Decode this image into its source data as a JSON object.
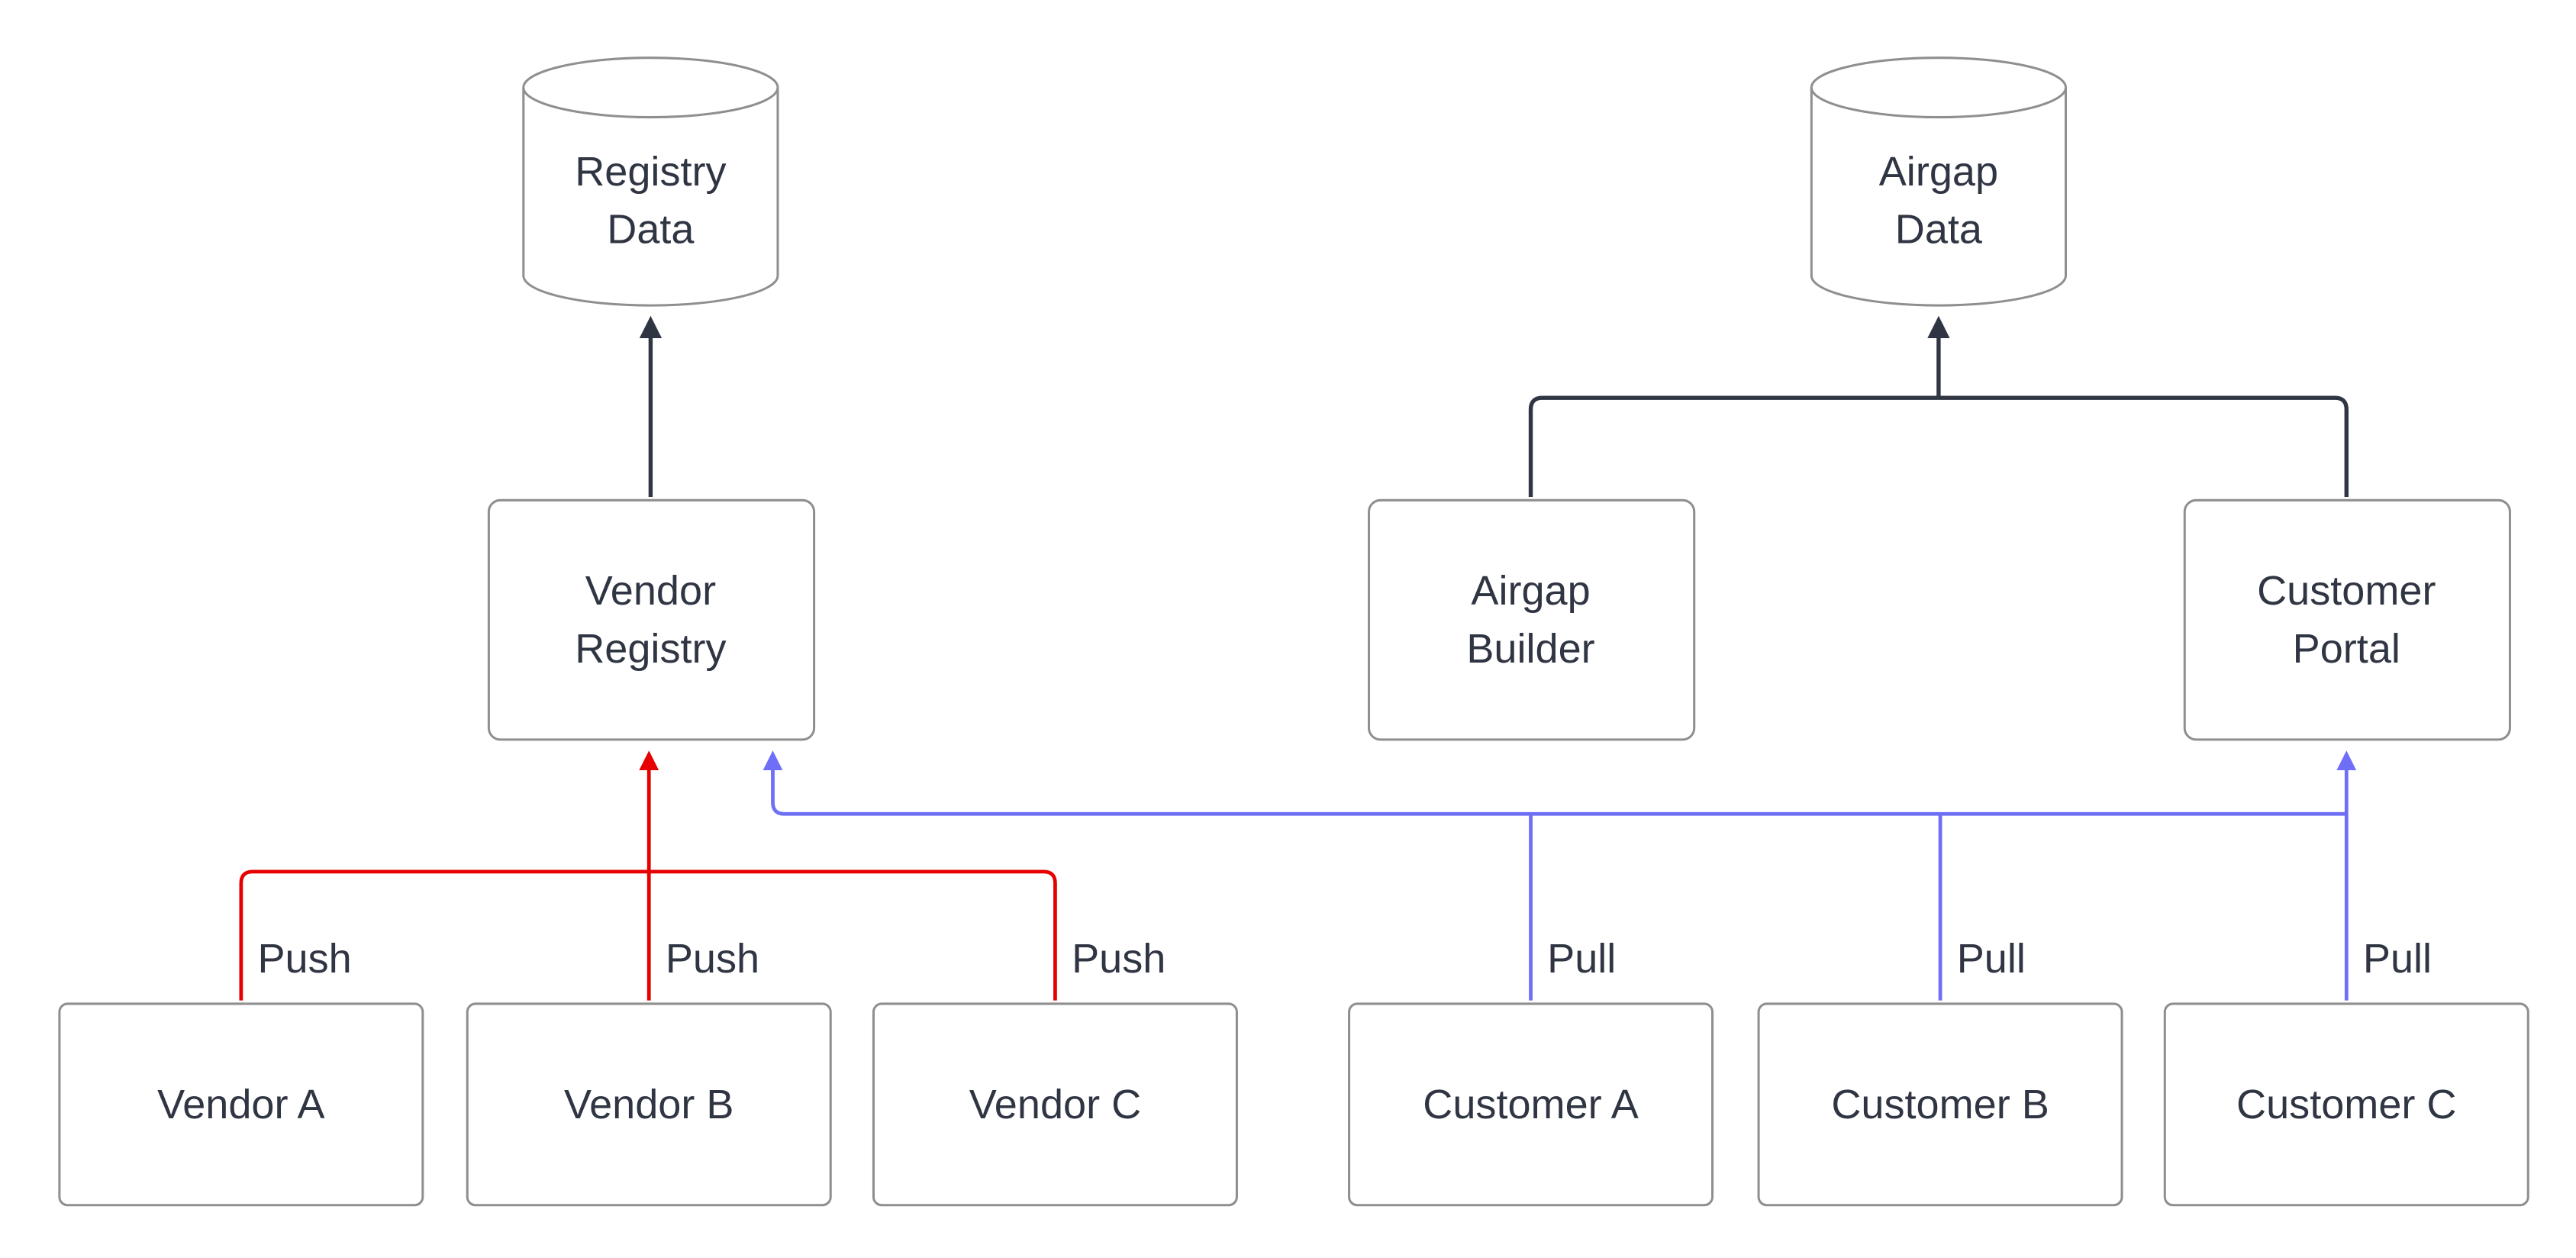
{
  "diagram": {
    "colors": {
      "background": "#ffffff",
      "node_fill": "#ffffff",
      "node_border": "#8f8f8f",
      "text": "#2f3542",
      "flow": "#2f3542",
      "push": "#e60000",
      "pull": "#6e6ef7"
    },
    "datastores": [
      {
        "id": "registry-data",
        "label_line1": "Registry",
        "label_line2": "Data"
      },
      {
        "id": "airgap-data",
        "label_line1": "Airgap",
        "label_line2": "Data"
      }
    ],
    "services": [
      {
        "id": "vendor-registry",
        "label_line1": "Vendor",
        "label_line2": "Registry"
      },
      {
        "id": "airgap-builder",
        "label_line1": "Airgap",
        "label_line2": "Builder"
      },
      {
        "id": "customer-portal",
        "label_line1": "Customer",
        "label_line2": "Portal"
      }
    ],
    "actors": [
      {
        "id": "vendor-a",
        "label": "Vendor A"
      },
      {
        "id": "vendor-b",
        "label": "Vendor B"
      },
      {
        "id": "vendor-c",
        "label": "Vendor C"
      },
      {
        "id": "customer-a",
        "label": "Customer A"
      },
      {
        "id": "customer-b",
        "label": "Customer B"
      },
      {
        "id": "customer-c",
        "label": "Customer C"
      }
    ],
    "edges": {
      "push": [
        {
          "from": "Vendor A",
          "to": "Vendor Registry",
          "label": "Push"
        },
        {
          "from": "Vendor B",
          "to": "Vendor Registry",
          "label": "Push"
        },
        {
          "from": "Vendor C",
          "to": "Vendor Registry",
          "label": "Push"
        }
      ],
      "pull": [
        {
          "from": "Customer A",
          "to": "Vendor Registry",
          "label": "Pull"
        },
        {
          "from": "Customer B",
          "to": "Vendor Registry",
          "label": "Pull"
        },
        {
          "from": "Customer C",
          "to": "Customer Portal",
          "label": "Pull"
        }
      ],
      "flow": [
        {
          "from": "Vendor Registry",
          "to": "Registry Data"
        },
        {
          "from": "Airgap Builder",
          "to": "Airgap Data"
        },
        {
          "from": "Customer Portal",
          "to": "Airgap Data"
        }
      ]
    }
  }
}
